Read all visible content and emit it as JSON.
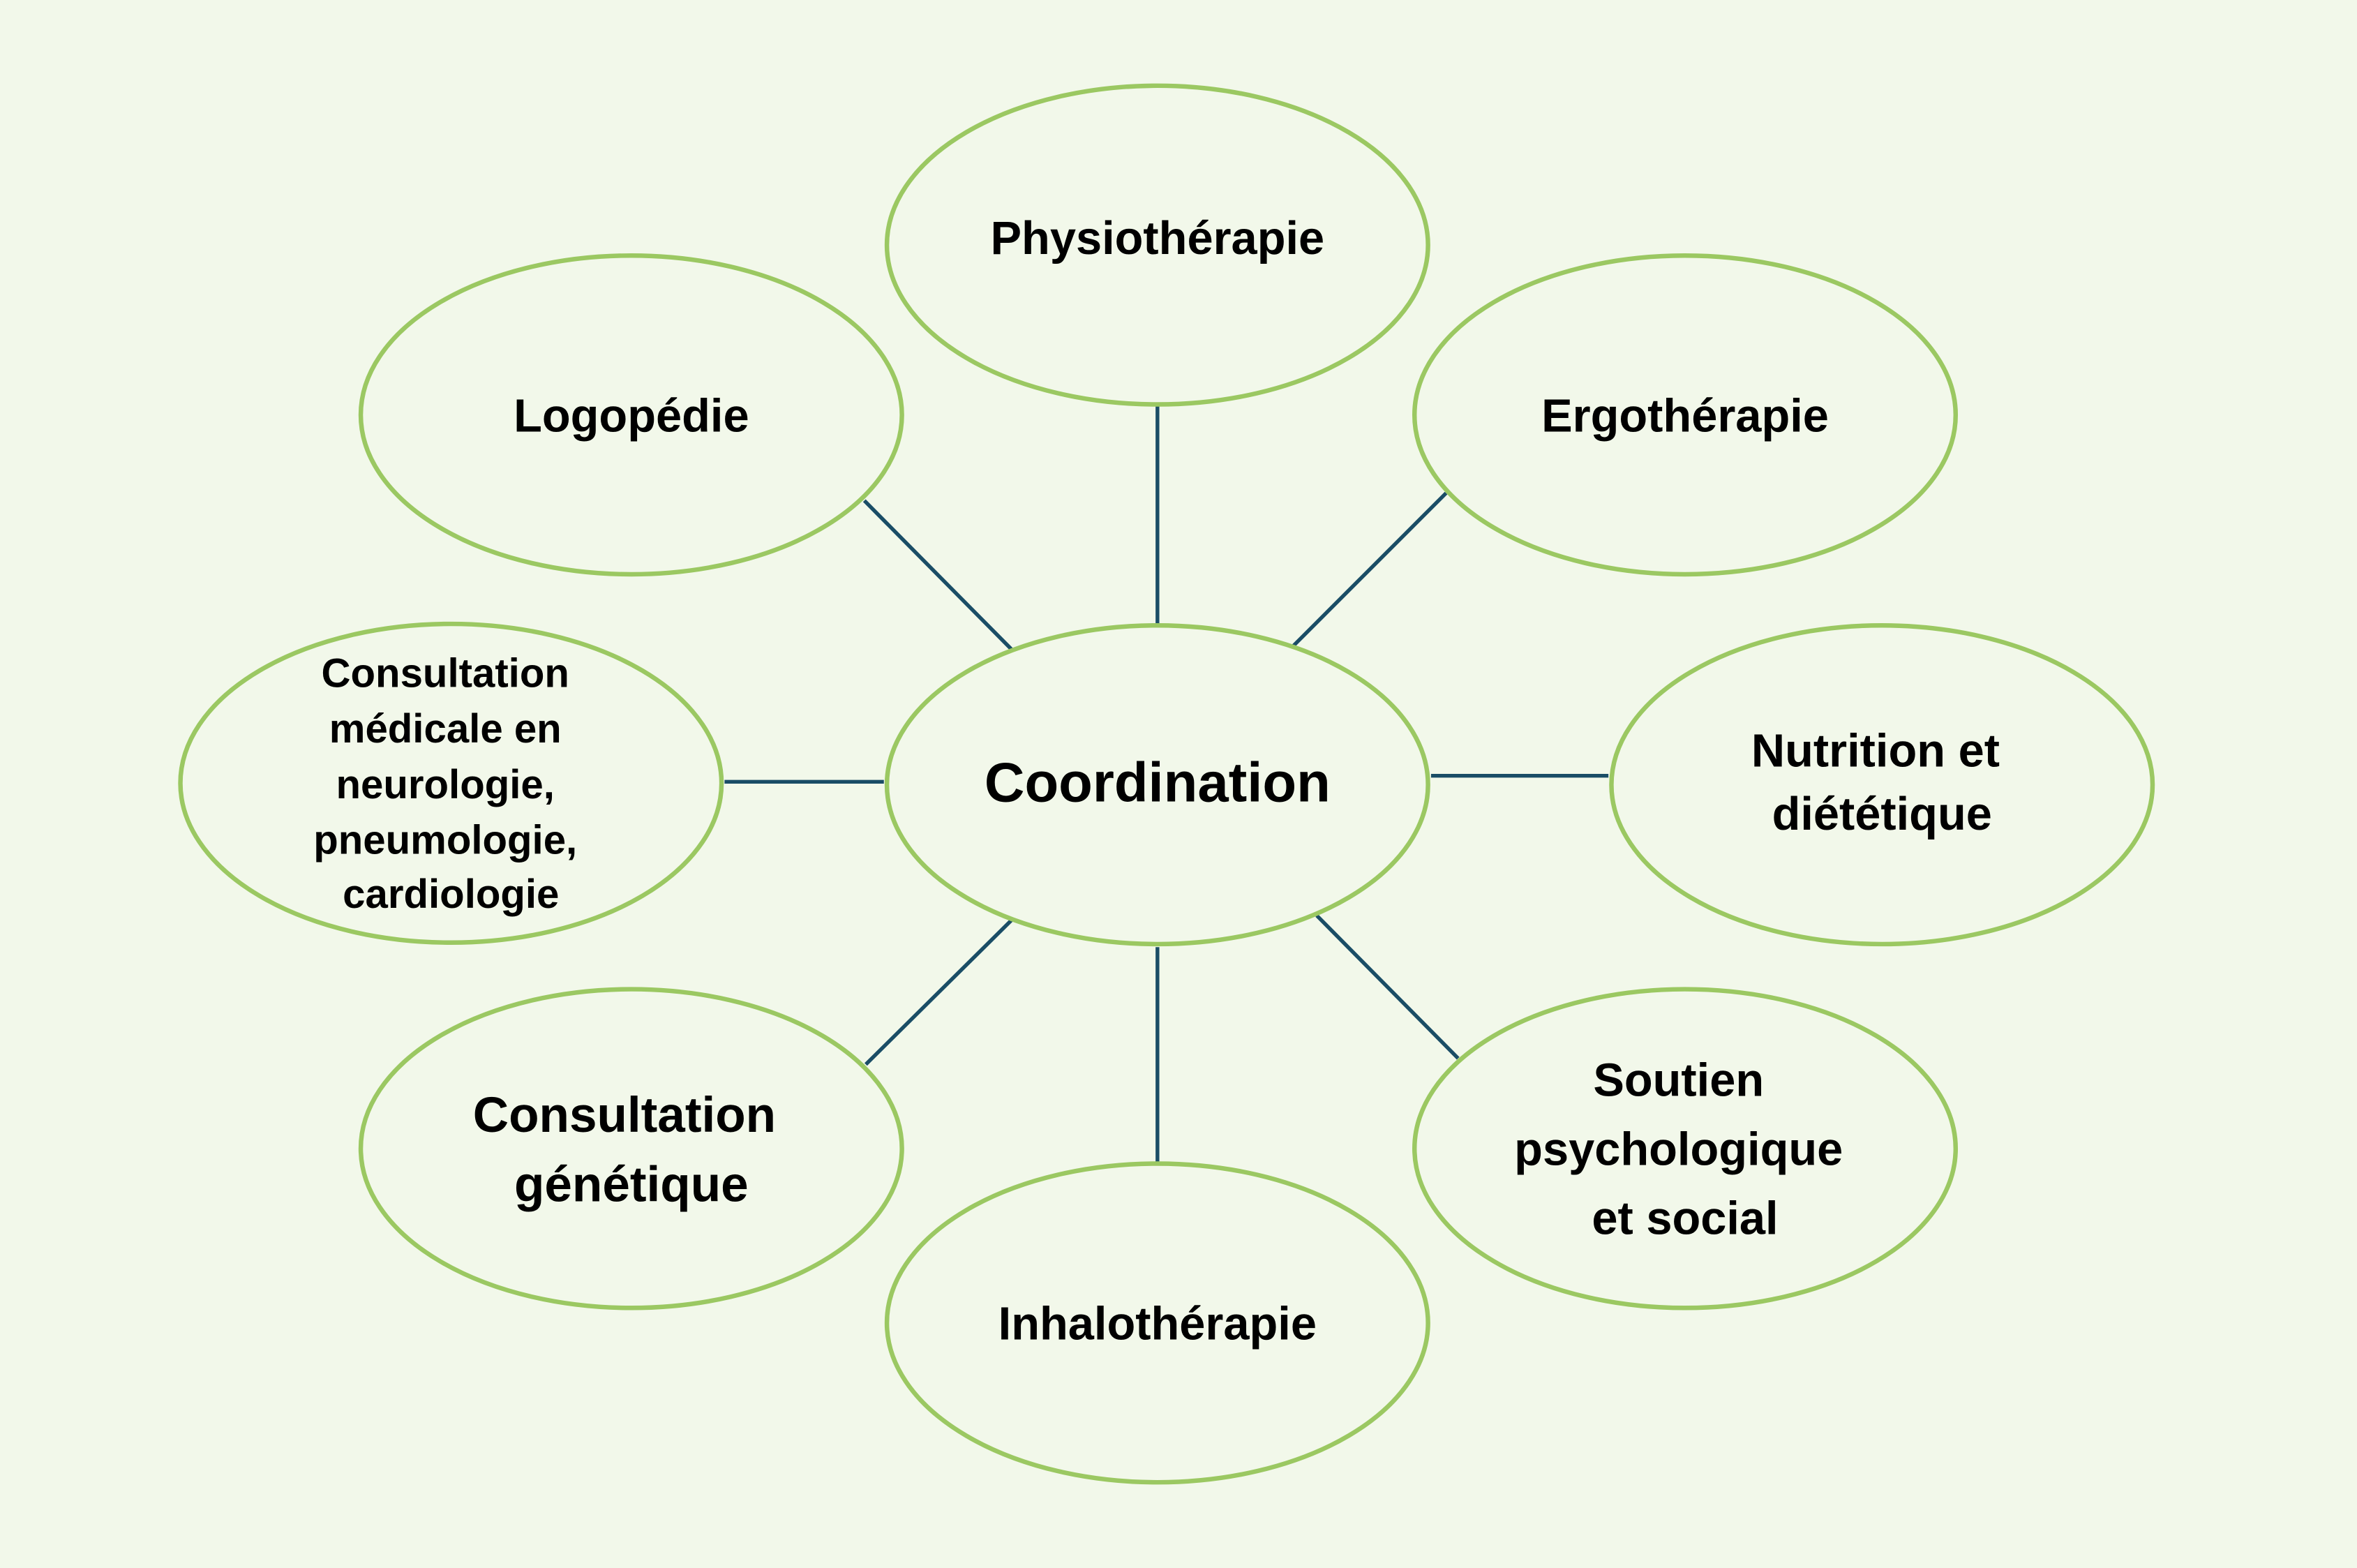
{
  "diagram": {
    "center": {
      "lines": [
        "Coordination"
      ]
    },
    "nodes": {
      "physiotherapie": {
        "lines": [
          "Physiothérapie"
        ]
      },
      "logopedie": {
        "lines": [
          "Logopédie"
        ]
      },
      "ergotherapie": {
        "lines": [
          "Ergothérapie"
        ]
      },
      "consultation_medicale": {
        "lines": [
          "Consultation",
          "médicale en",
          "neurologie,",
          "pneumologie,",
          "cardiologie"
        ]
      },
      "nutrition": {
        "lines": [
          "Nutrition et",
          "diététique"
        ]
      },
      "consultation_genetique": {
        "lines": [
          "Consultation",
          "génétique"
        ]
      },
      "inhalotherapie": {
        "lines": [
          "Inhalothérapie"
        ]
      },
      "soutien": {
        "lines": [
          "Soutien",
          "psychologique",
          "et social"
        ]
      }
    },
    "colors": {
      "background": "#f2f8ea",
      "node_stroke": "#9bc862",
      "connector": "#1a4d66",
      "text": "#000000"
    }
  }
}
